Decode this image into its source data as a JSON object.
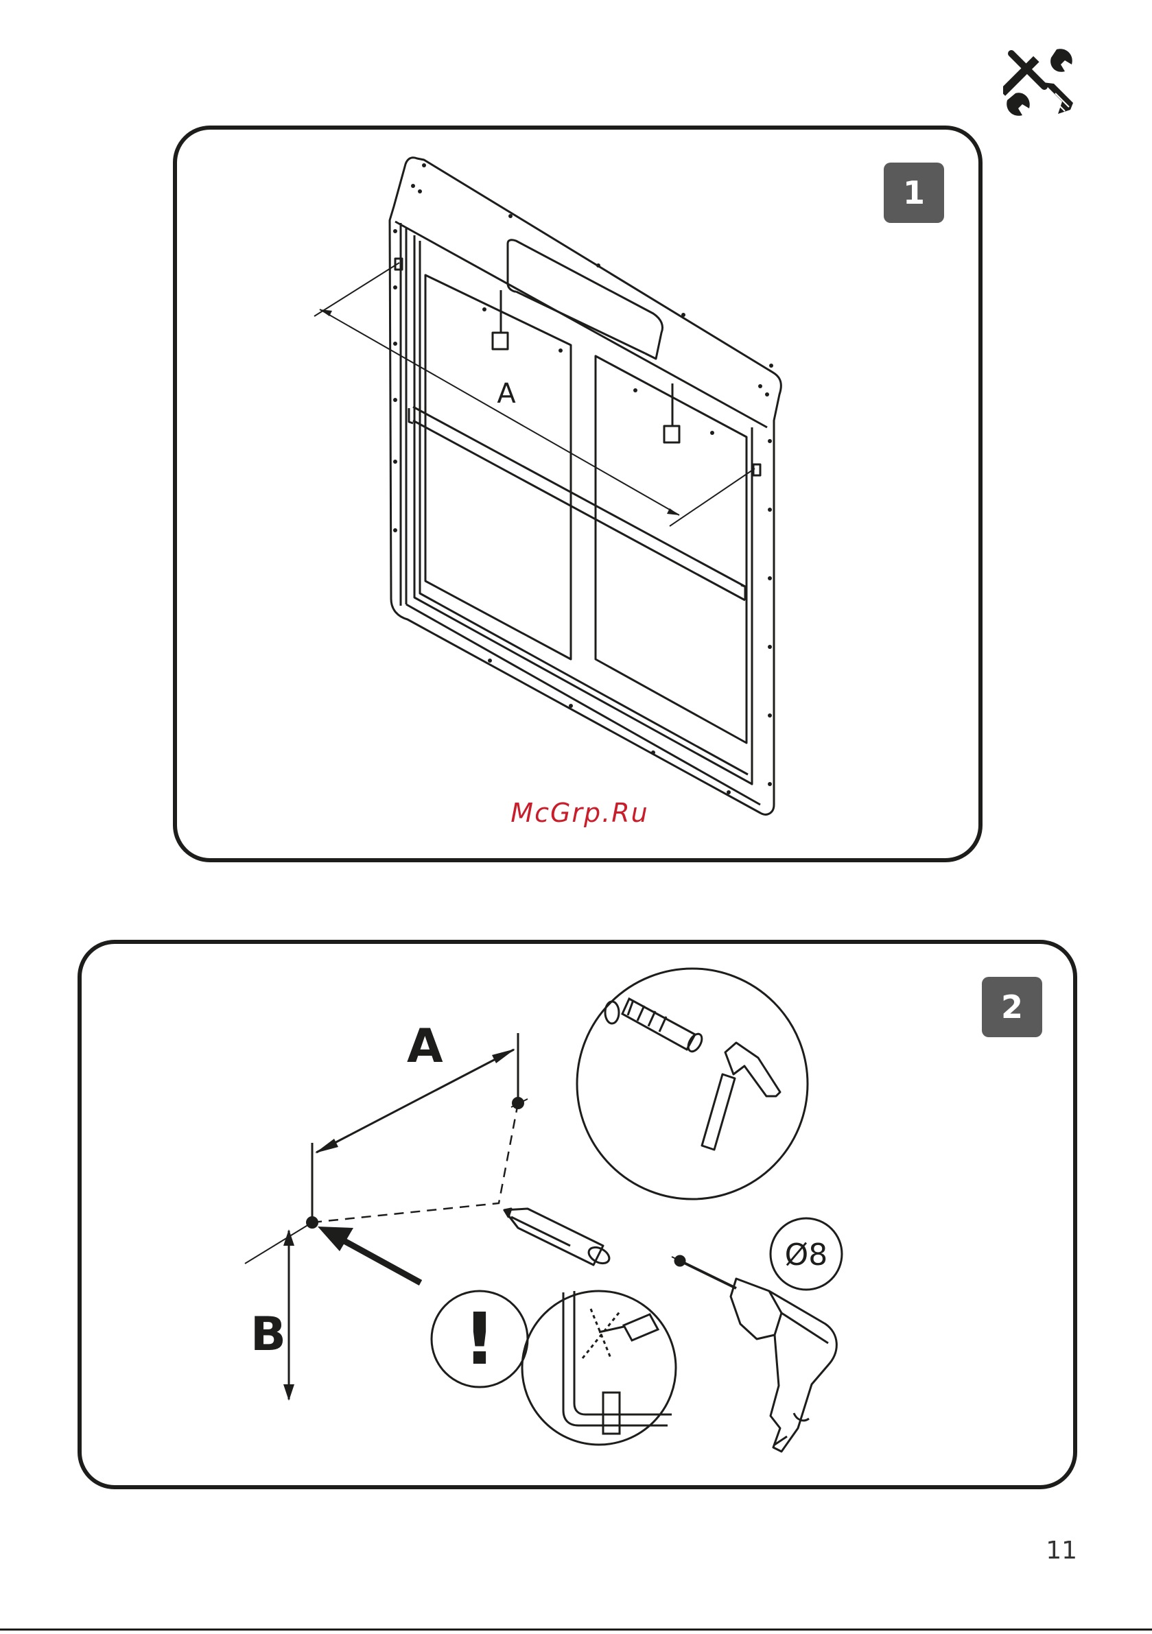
{
  "step_1": {
    "badge": "1",
    "dimension_label": "A"
  },
  "step_2": {
    "badge": "2",
    "dimension_a": "A",
    "dimension_b": "B",
    "warning_mark": "!",
    "drill_bit_size": "Ø8"
  },
  "watermark": "McGrp.Ru",
  "page_number": "11",
  "icons": {
    "tools": "wrench-screwdriver-icon",
    "pencil": "pencil-icon",
    "drill": "power-drill-icon",
    "hammer": "hammer-icon",
    "wall_plug": "wall-plug-icon"
  },
  "colors": {
    "ink": "#1d1d1b",
    "badge": "#5a5a5a",
    "watermark": "#c81e2b"
  }
}
